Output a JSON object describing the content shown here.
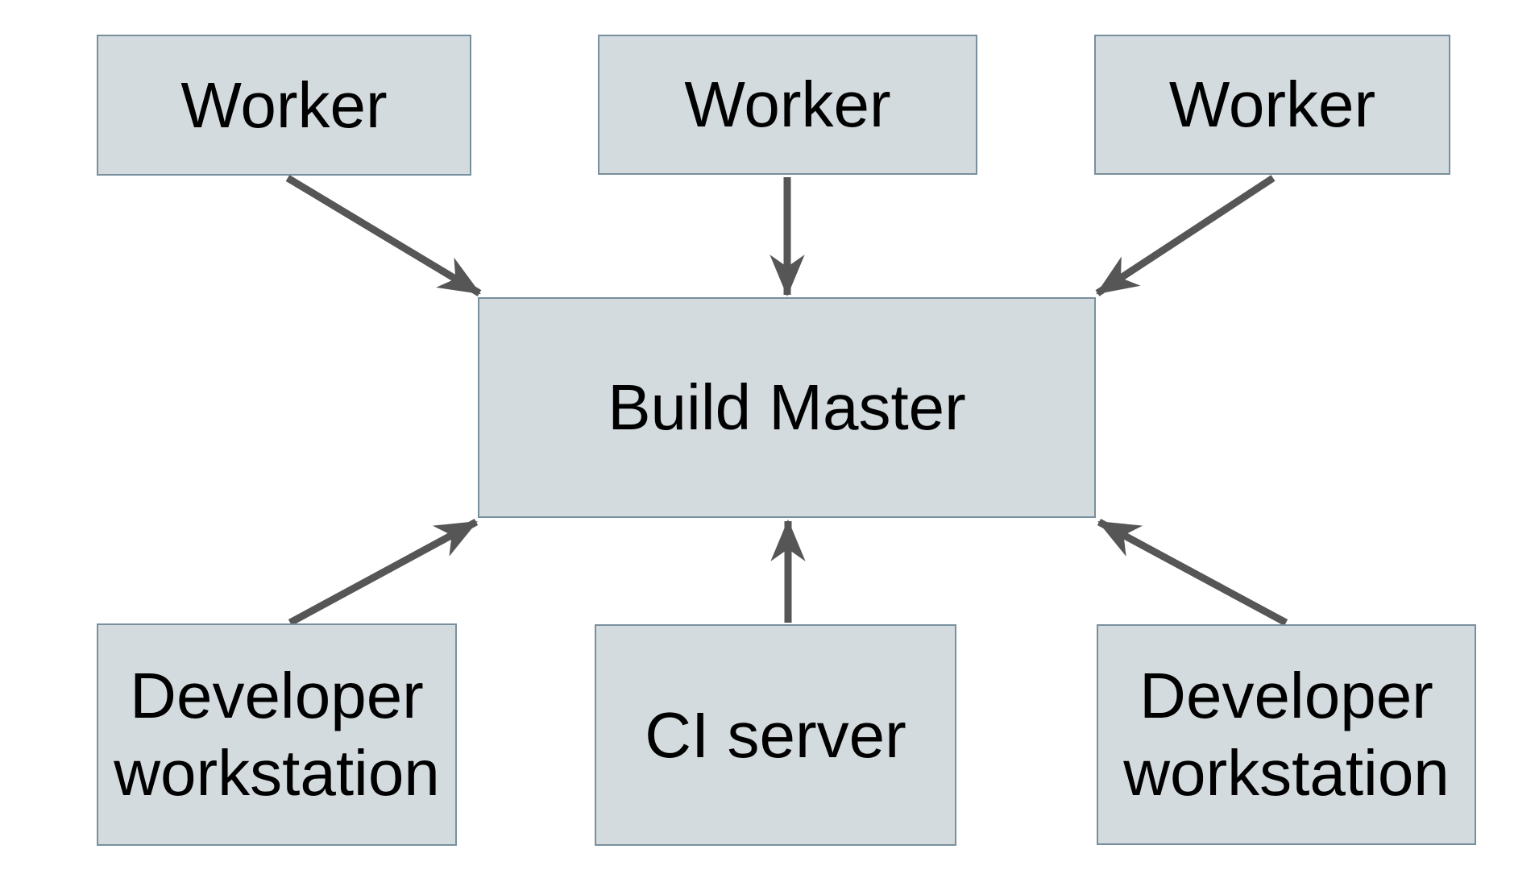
{
  "diagram": {
    "nodes": [
      {
        "id": "worker-1",
        "label": "Worker"
      },
      {
        "id": "worker-2",
        "label": "Worker"
      },
      {
        "id": "worker-3",
        "label": "Worker"
      },
      {
        "id": "build-master",
        "label": "Build Master"
      },
      {
        "id": "dev-workstation-left",
        "label": "Developer workstation"
      },
      {
        "id": "ci-server",
        "label": "CI server"
      },
      {
        "id": "dev-workstation-right",
        "label": "Developer workstation"
      }
    ],
    "edges": [
      {
        "from": "worker-1",
        "to": "build-master"
      },
      {
        "from": "worker-2",
        "to": "build-master"
      },
      {
        "from": "worker-3",
        "to": "build-master"
      },
      {
        "from": "dev-workstation-left",
        "to": "build-master"
      },
      {
        "from": "ci-server",
        "to": "build-master"
      },
      {
        "from": "dev-workstation-right",
        "to": "build-master"
      }
    ],
    "colors": {
      "background": "#ffffff",
      "node_fill": "#d3dbde",
      "node_border": "#78909d",
      "arrow": "#565656",
      "text": "#000000"
    }
  }
}
